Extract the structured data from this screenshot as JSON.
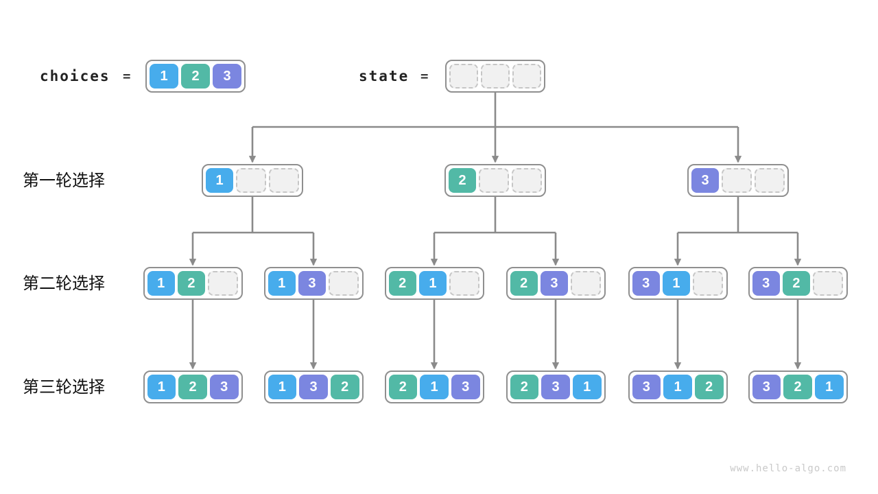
{
  "colors": {
    "c1": "#47ACEC",
    "c2": "#52B9A6",
    "c3": "#7B86E0",
    "empty_fill": "#F1F1F1",
    "empty_border": "#C6C6C6",
    "box_border": "#8F8F8F",
    "connector": "#8A8A8A",
    "text": "#222222",
    "watermark": "#C9C9C9"
  },
  "header": {
    "choices_label": "choices",
    "choices_equals": "=",
    "choices_cells": [
      1,
      2,
      3
    ],
    "state_label": "state",
    "state_equals": "=",
    "state_cells": [
      null,
      null,
      null
    ]
  },
  "rows": [
    {
      "label": "第一轮选择",
      "boxes": [
        [
          1,
          null,
          null
        ],
        [
          2,
          null,
          null
        ],
        [
          3,
          null,
          null
        ]
      ]
    },
    {
      "label": "第二轮选择",
      "boxes": [
        [
          1,
          2,
          null
        ],
        [
          1,
          3,
          null
        ],
        [
          2,
          1,
          null
        ],
        [
          2,
          3,
          null
        ],
        [
          3,
          1,
          null
        ],
        [
          3,
          2,
          null
        ]
      ]
    },
    {
      "label": "第三轮选择",
      "boxes": [
        [
          1,
          2,
          3
        ],
        [
          1,
          3,
          2
        ],
        [
          2,
          1,
          3
        ],
        [
          2,
          3,
          1
        ],
        [
          3,
          1,
          2
        ],
        [
          3,
          2,
          1
        ]
      ]
    }
  ],
  "watermark": "www.hello-algo.com"
}
